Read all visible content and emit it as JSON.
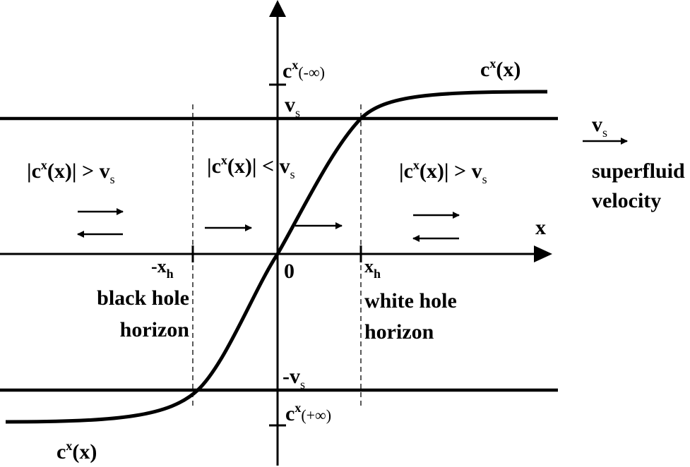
{
  "labels": {
    "c_neg_inf": "c",
    "c_neg_inf_sup": "x",
    "c_neg_inf_paren": "(-∞)",
    "c_pos_inf": "c",
    "c_pos_inf_sup": "x",
    "c_pos_inf_paren": "(+∞)",
    "curve_label_upper": "c",
    "curve_label_upper_sup": "x",
    "curve_label_upper_paren": "(x)",
    "curve_label_lower": "c",
    "curve_label_lower_sup": "x",
    "curve_label_lower_paren": "(x)",
    "vs_upper": "v",
    "vs_upper_sub": "s",
    "vs_lower": "-v",
    "vs_lower_sub": "s",
    "vs_arrow": "v",
    "vs_arrow_sub": "s",
    "superfluid": "superfluid",
    "velocity": "velocity",
    "x_axis": "x",
    "origin": "0",
    "neg_xh": "-x",
    "neg_xh_sub": "h",
    "xh": "x",
    "xh_sub": "h",
    "black_hole_1": "black hole",
    "black_hole_2": "horizon",
    "white_hole_1": "white hole",
    "white_hole_2": "horizon",
    "region_left_a": "|c",
    "region_left_sup": "x",
    "region_left_b": "(x)| > v",
    "region_left_sub": "s",
    "region_mid_a": "|c",
    "region_mid_sup": "x",
    "region_mid_b": "(x)| < v",
    "region_mid_sub": "s",
    "region_right_a": "|c",
    "region_right_sup": "x",
    "region_right_b": "(x)| > v",
    "region_right_sub": "s"
  }
}
